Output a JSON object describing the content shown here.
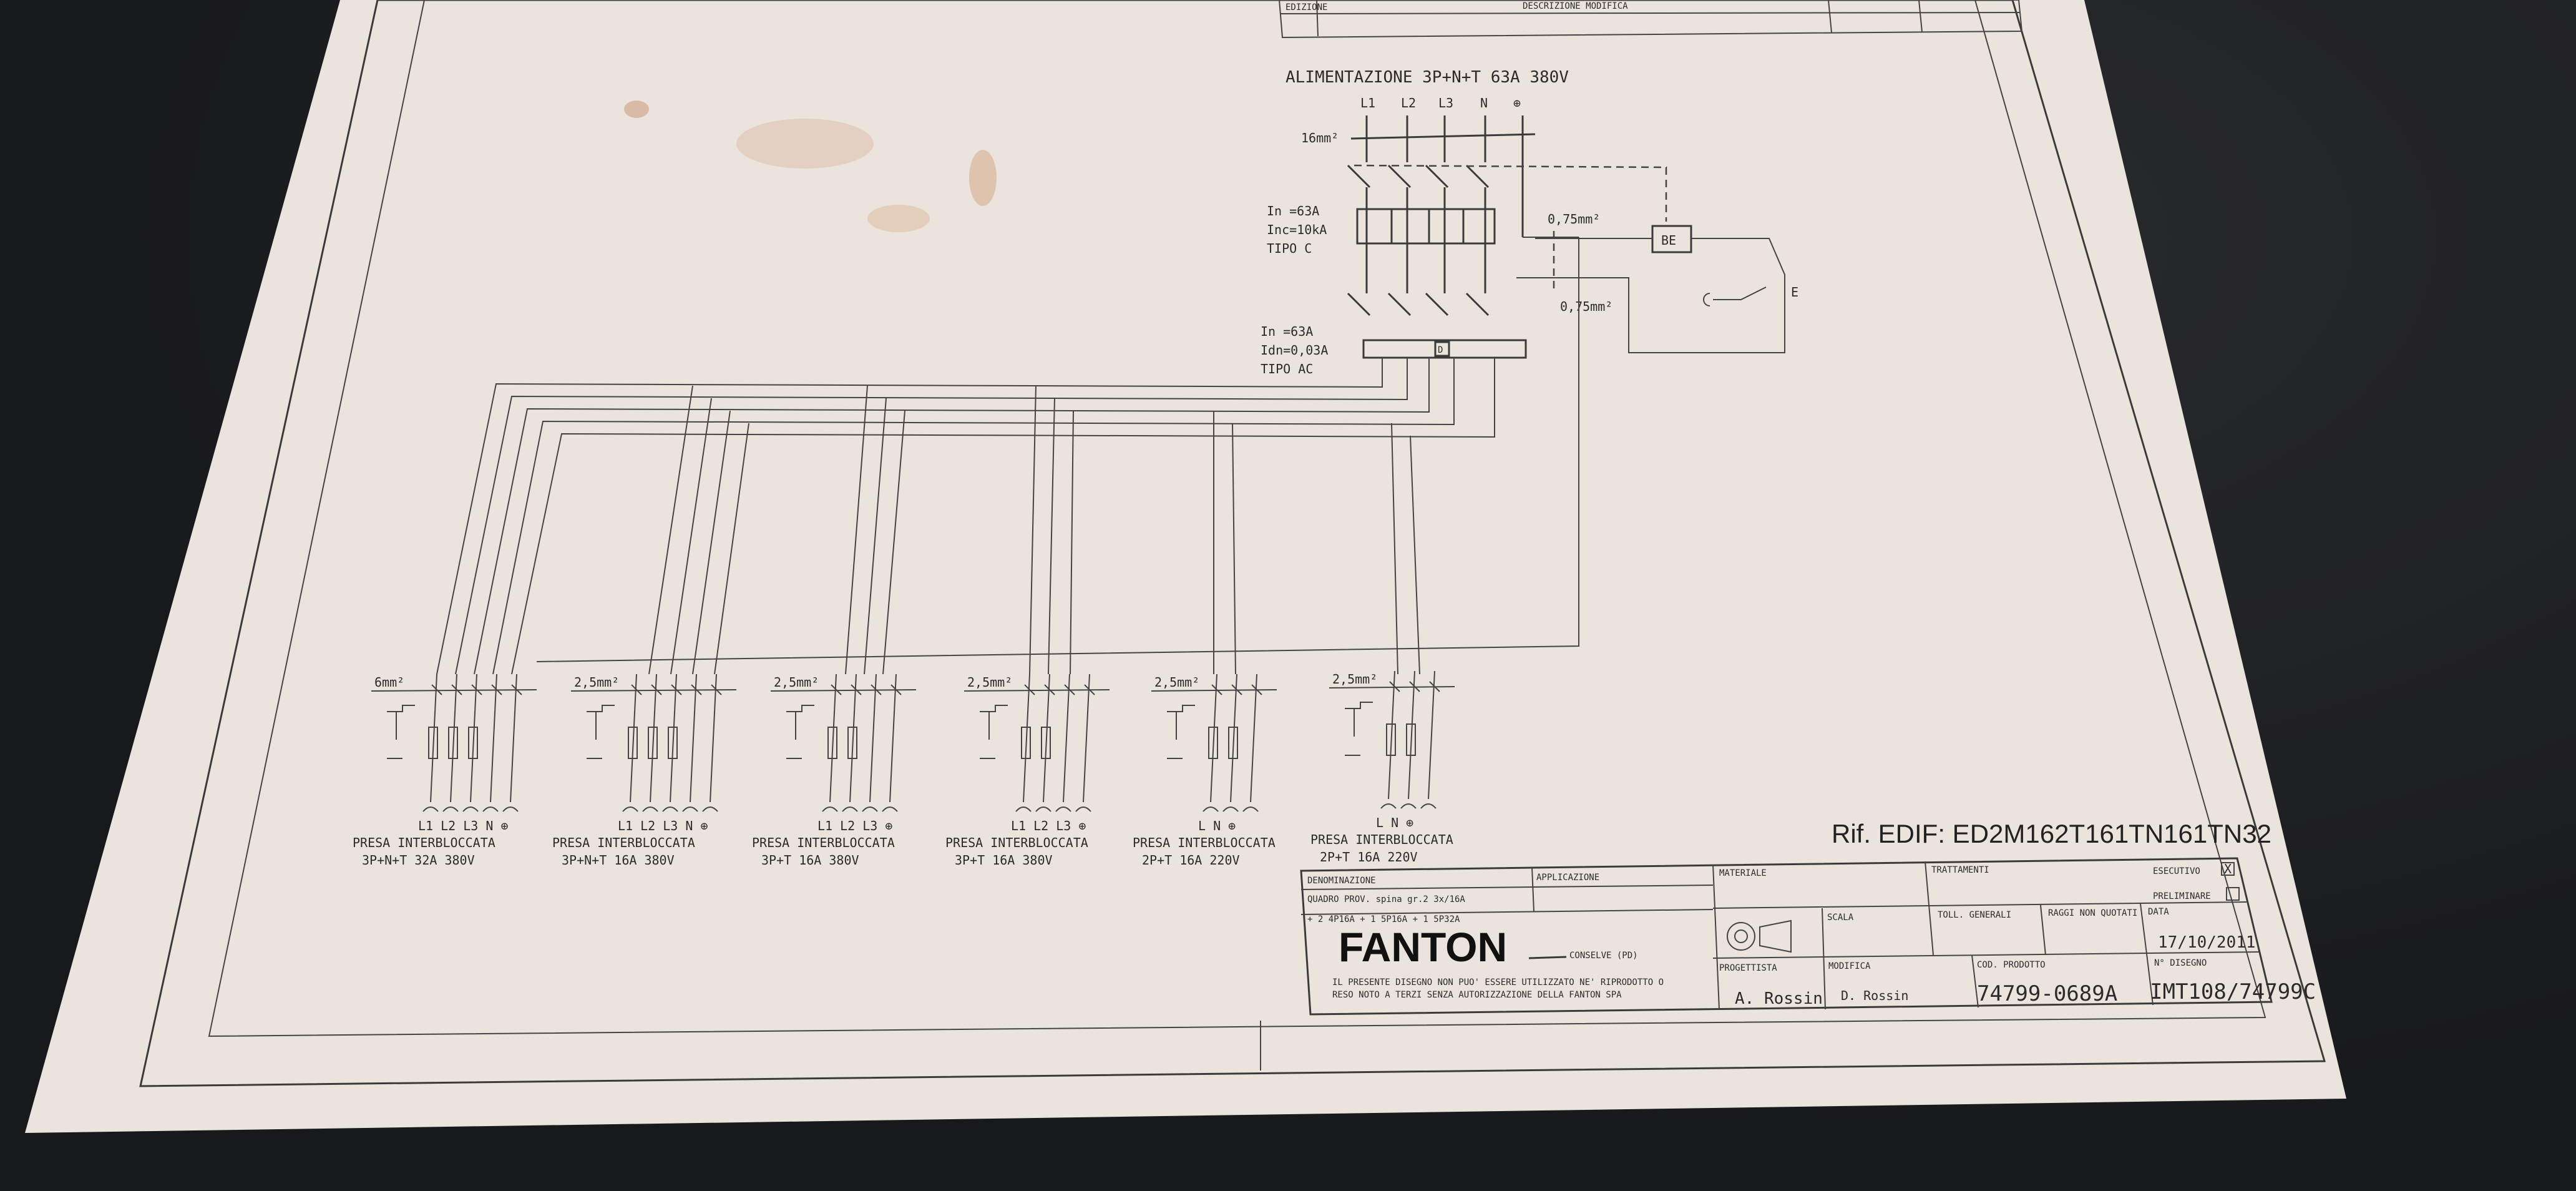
{
  "supply": {
    "title": "ALIMENTAZIONE 3P+N+T 63A 380V",
    "phases": [
      "L1",
      "L2",
      "L3",
      "N",
      "⊕"
    ],
    "cable": "16mm²"
  },
  "breaker": {
    "lines": [
      "In =63A",
      "Inc=10kA",
      "TIPO C"
    ],
    "wire_top": "0,75mm²",
    "wire_bottom": "0,75mm²",
    "coil_label": "BE",
    "switch_label": "E"
  },
  "rcd": {
    "lines": [
      "In =63A",
      "Idn=0,03A",
      "TIPO AC"
    ],
    "symbol": "D"
  },
  "outlets": [
    {
      "cable": "6mm²",
      "terminals": "L1 L2 L3 N ⊕",
      "name": "PRESA INTERBLOCCATA",
      "rating": "3P+N+T 32A 380V"
    },
    {
      "cable": "2,5mm²",
      "terminals": "L1 L2 L3 N ⊕",
      "name": "PRESA INTERBLOCCATA",
      "rating": "3P+N+T 16A 380V"
    },
    {
      "cable": "2,5mm²",
      "terminals": "L1 L2 L3 ⊕",
      "name": "PRESA INTERBLOCCATA",
      "rating": "3P+T 16A 380V"
    },
    {
      "cable": "2,5mm²",
      "terminals": "L1 L2 L3 ⊕",
      "name": "PRESA INTERBLOCCATA",
      "rating": "3P+T 16A 380V"
    },
    {
      "cable": "2,5mm²",
      "terminals": "L N ⊕",
      "name": "PRESA INTERBLOCCATA",
      "rating": "2P+T 16A 220V"
    },
    {
      "cable": "2,5mm²",
      "terminals": "L N ⊕",
      "name": "PRESA INTERBLOCCATA",
      "rating": "2P+T 16A 220V"
    }
  ],
  "reference": "Rif. EDIF: ED2M162T161TN161TN32",
  "title_block": {
    "brand": "FANTON",
    "city": "CONSELVE (PD)",
    "denominazione_header": "DENOMINAZIONE",
    "denominazione_lines": [
      "QUADRO PROV. spina gr.2 3x/16A",
      "+ 2 4P16A + 1 5P16A + 1 5P32A"
    ],
    "applicazione_header": "APPLICAZIONE",
    "materiale_header": "MATERIALE",
    "trattamenti_header": "TRATTAMENTI",
    "esecutivo_label": "ESECUTIVO",
    "preliminare_label": "PRELIMINARE",
    "esecutivo_mark": "X",
    "scala_header": "SCALA",
    "toll_header": "TOLL. GENERALI",
    "raggi_header": "RAGGI NON QUOTATI",
    "data_header": "DATA",
    "data_value": "17/10/2011",
    "disclaimer_lines": [
      "IL PRESENTE DISEGNO NON PUO' ESSERE UTILIZZATO NE' RIPRODOTTO O",
      "RESO NOTO A TERZI SENZA AUTORIZZAZIONE DELLA FANTON SPA"
    ],
    "progettista_header": "PROGETTISTA",
    "progettista_value": "A. Rossin",
    "modifica_header": "MODIFICA",
    "modifica_value": "D. Rossin",
    "codice_header": "COD. PRODOTTO",
    "codice_value": "74799-0689A",
    "ndisegno_header": "N° DISEGNO",
    "ndisegno_value": "IMT108/74799C",
    "top_col1": "EDIZIONE",
    "top_col2": "DESCRIZIONE MODIFICA"
  }
}
